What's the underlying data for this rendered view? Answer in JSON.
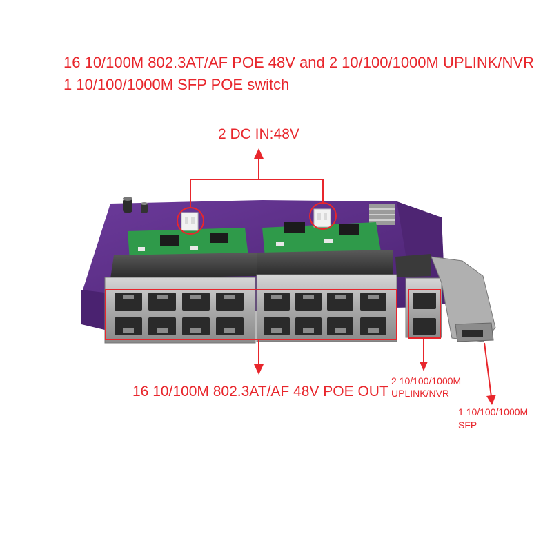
{
  "title": {
    "line1": "16 10/100M 802.3AT/AF POE 48V and 2 10/100/1000M UPLINK/NVR",
    "line2": "1 10/100/1000M SFP  POE switch"
  },
  "callouts": {
    "dc_in": "2 DC IN:48V",
    "poe_out": "16 10/100M 802.3AT/AF 48V POE OUT",
    "uplink_line1": "2 10/100/1000M",
    "uplink_line2": "UPLINK/NVR",
    "sfp_line1": "1 10/100/1000M",
    "sfp_line2": "SFP"
  },
  "colors": {
    "annotation": "#e8262c",
    "pcb": "#5b2d86",
    "module": "#2f9a4a",
    "port_housing": "#b9b9b9"
  },
  "image_subject": "purple-pcb-poe-switch-board"
}
